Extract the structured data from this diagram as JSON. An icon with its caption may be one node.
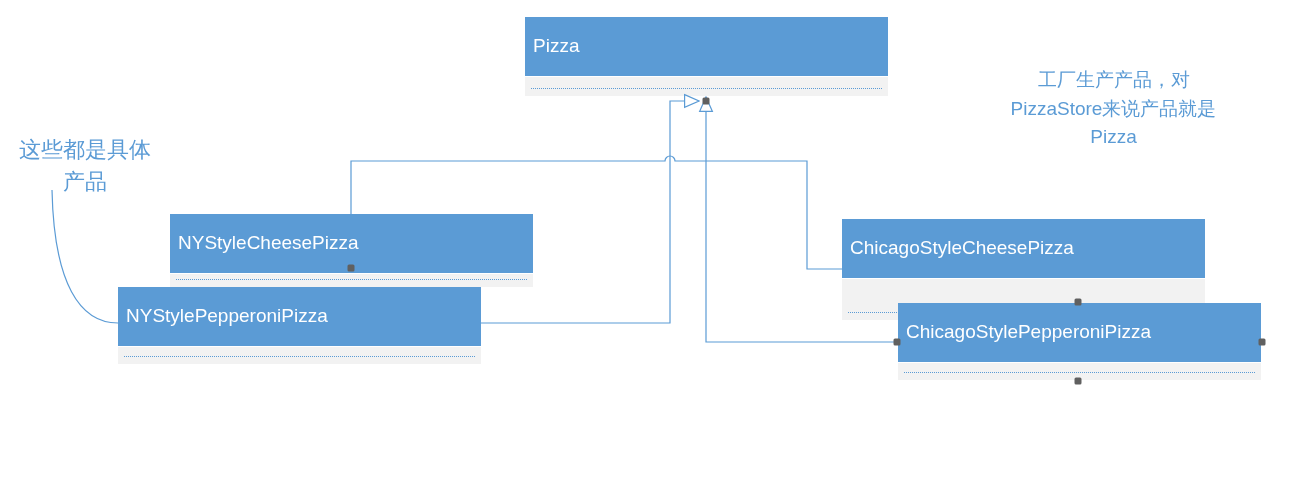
{
  "diagram": {
    "nodes": [
      {
        "text": [
          "Pizza"
        ]
      },
      {
        "text": [
          "这些都是具体产品"
        ]
      },
      {
        "text": [
          "NYStyleCheesePizza"
        ]
      },
      {
        "text": [
          "ChicagoStyleCheesePizza"
        ]
      },
      {
        "text": [
          "NYStylePepperoniPizza"
        ]
      },
      {
        "text": [
          "ChicagoStylePepperoniPizza"
        ]
      }
    ],
    "edges": [
      {
        "from": 2,
        "to": 3,
        "arrow": "none"
      },
      {
        "from": 4,
        "to": 0,
        "arrow": "to"
      },
      {
        "from": 5,
        "to": 0,
        "arrow": "to"
      },
      {
        "from": 1,
        "to": 4,
        "arrow": "none"
      }
    ],
    "labels": [
      "工厂生产产品，对PizzaStore来说产品就是Pizza"
    ]
  }
}
